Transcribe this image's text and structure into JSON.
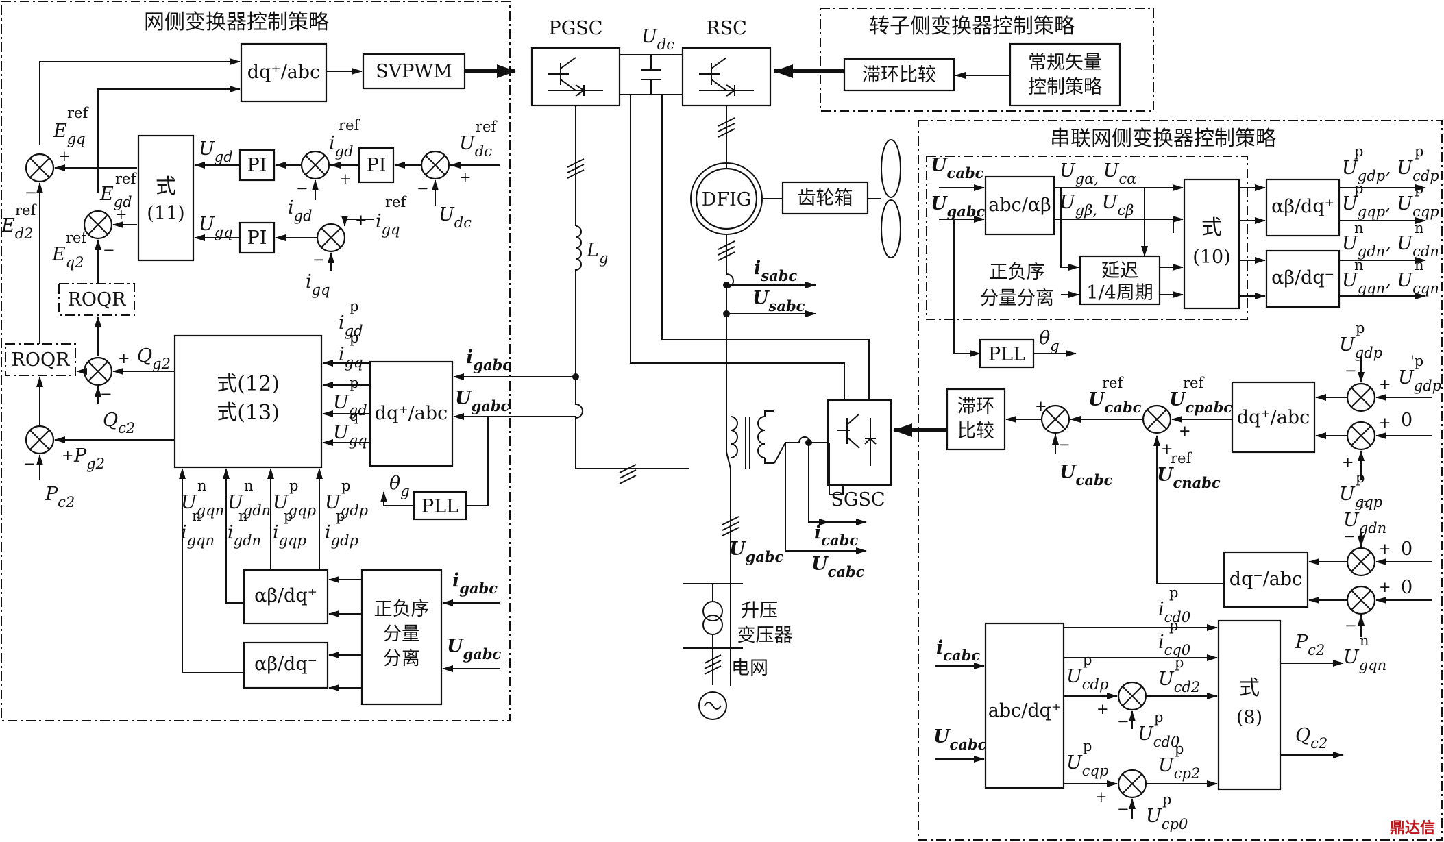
{
  "regions": {
    "grid_side": "网侧变换器控制策略",
    "rotor_side": "转子侧变换器控制策略",
    "series_grid_side": "串联网侧变换器控制策略"
  },
  "blocks": {
    "dqabc_top": "dq⁺/abc",
    "svpwm": "SVPWM",
    "pgsc": "PGSC",
    "rsc": "RSC",
    "hyst_rotor": "滞环比较",
    "vector_ctrl_1": "常规矢量",
    "vector_ctrl_2": "控制策略",
    "pi": "PI",
    "eq11_a": "式",
    "eq11_b": "(11)",
    "roqr": "ROQR",
    "eq1213_a": "式(12)",
    "eq1213_b": "式(13)",
    "dqabc_mid": "dq⁺/abc",
    "pll": "PLL",
    "ab_dqp": "αβ/dq⁺",
    "ab_dqn": "αβ/dq⁻",
    "seq_1": "正负序",
    "seq_2": "分量",
    "seq_3": "分离",
    "dfig": "DFIG",
    "gearbox": "齿轮箱",
    "sgsc": "SGSC",
    "transformer_1": "升压",
    "transformer_2": "变压器",
    "grid": "电网",
    "abc_ab": "abc/αβ",
    "eq10_a": "式",
    "eq10_b": "(10)",
    "seq_sep_1": "正负序",
    "seq_sep_2": "分量分离",
    "delay_1": "延迟",
    "delay_2": "1/4周期",
    "hyst_series_1": "滞环",
    "hyst_series_2": "比较",
    "dqabc_pos": "dq⁺/abc",
    "dqabc_neg": "dq⁻/abc",
    "abc_dqp": "abc/dq⁺",
    "eq8_a": "式",
    "eq8_b": "(8)"
  },
  "signals": {
    "E": "E",
    "U": "U",
    "i": "i",
    "P": "P",
    "Q": "Q",
    "theta": "θ",
    "L": "L",
    "ref": "ref",
    "p": "p",
    "n": "n",
    "q": "q",
    "p_prime": "'p",
    "gq": "gq",
    "gd": "gd",
    "d2": "d2",
    "q2": "q2",
    "dc": "dc",
    "g2": "g2",
    "c2": "c2",
    "g": "g",
    "gqn": "gqn",
    "gdn": "gdn",
    "gqp": "gqp",
    "gdp": "gdp",
    "gabc": "gabc",
    "cabc": "cabc",
    "sabc": "sabc",
    "ga_ca": "gα, ",
    "ca": "cα",
    "gb_cb": "gβ, ",
    "cb": "cβ",
    "cdp": "cdp",
    "cqp": "cqp",
    "cdn": "cdn",
    "cqn": "cqn",
    "cpabc": "cpabc",
    "cnabc": "cnabc",
    "cd0": "cd0",
    "cq0": "cq0",
    "cd2": "cd2",
    "cp2": "cp2",
    "cp0": "cp0",
    "comma": ",",
    "plus": "+",
    "minus": "−",
    "zero": "0"
  },
  "watermark": "鼎达信"
}
